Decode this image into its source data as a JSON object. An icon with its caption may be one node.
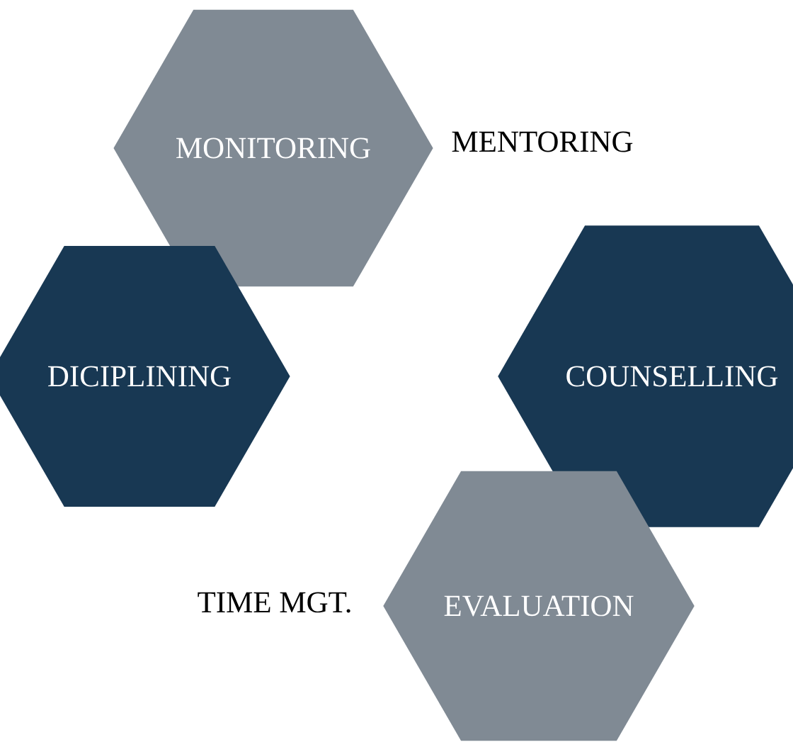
{
  "diagram": {
    "nodes": [
      {
        "text": [
          "MONITORING"
        ]
      },
      {
        "text": [
          "DICIPLINING"
        ]
      },
      {
        "text": [
          "COUNSELLING"
        ]
      },
      {
        "text": [
          "EVALUATION"
        ]
      }
    ],
    "labels": [
      "MENTORING",
      "TIME MGT."
    ]
  }
}
